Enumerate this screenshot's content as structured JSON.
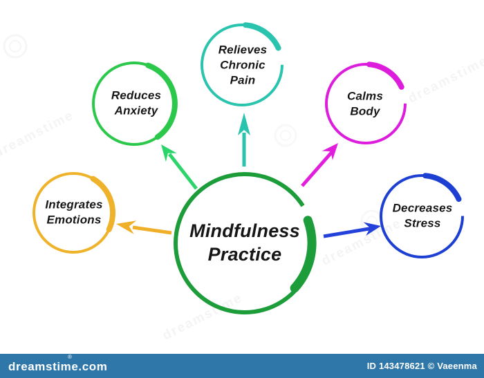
{
  "diagram": {
    "center": {
      "label": "Mindfulness\nPractice",
      "color": "#1D9C3A",
      "text_color": "#161616"
    },
    "satellites": [
      {
        "id": "reduces-anxiety",
        "label": "Reduces\nAnxiety",
        "circle_color": "#2CC84B",
        "arrow_color": "#2BD56A"
      },
      {
        "id": "relieves-chronic-pain",
        "label": "Relieves\nChronic\nPain",
        "circle_color": "#2AC4AE",
        "arrow_color": "#2AC4AE"
      },
      {
        "id": "calms-body",
        "label": "Calms\nBody",
        "circle_color": "#DC1EDC",
        "arrow_color": "#E11EDC"
      },
      {
        "id": "integrates-emotions",
        "label": "Integrates\nEmotions",
        "circle_color": "#EFB22B",
        "arrow_color": "#F0AF29"
      },
      {
        "id": "decreases-stress",
        "label": "Decreases\nStress",
        "circle_color": "#1E40D2",
        "arrow_color": "#2442D9"
      }
    ]
  },
  "watermark": {
    "tile_text": "dreamstime",
    "bar": {
      "logo_text": "dreamstime.com",
      "reg_mark": "®",
      "credit_text": "ID 143478621 © Vaeenma",
      "bar_color": "#3077A9"
    }
  }
}
